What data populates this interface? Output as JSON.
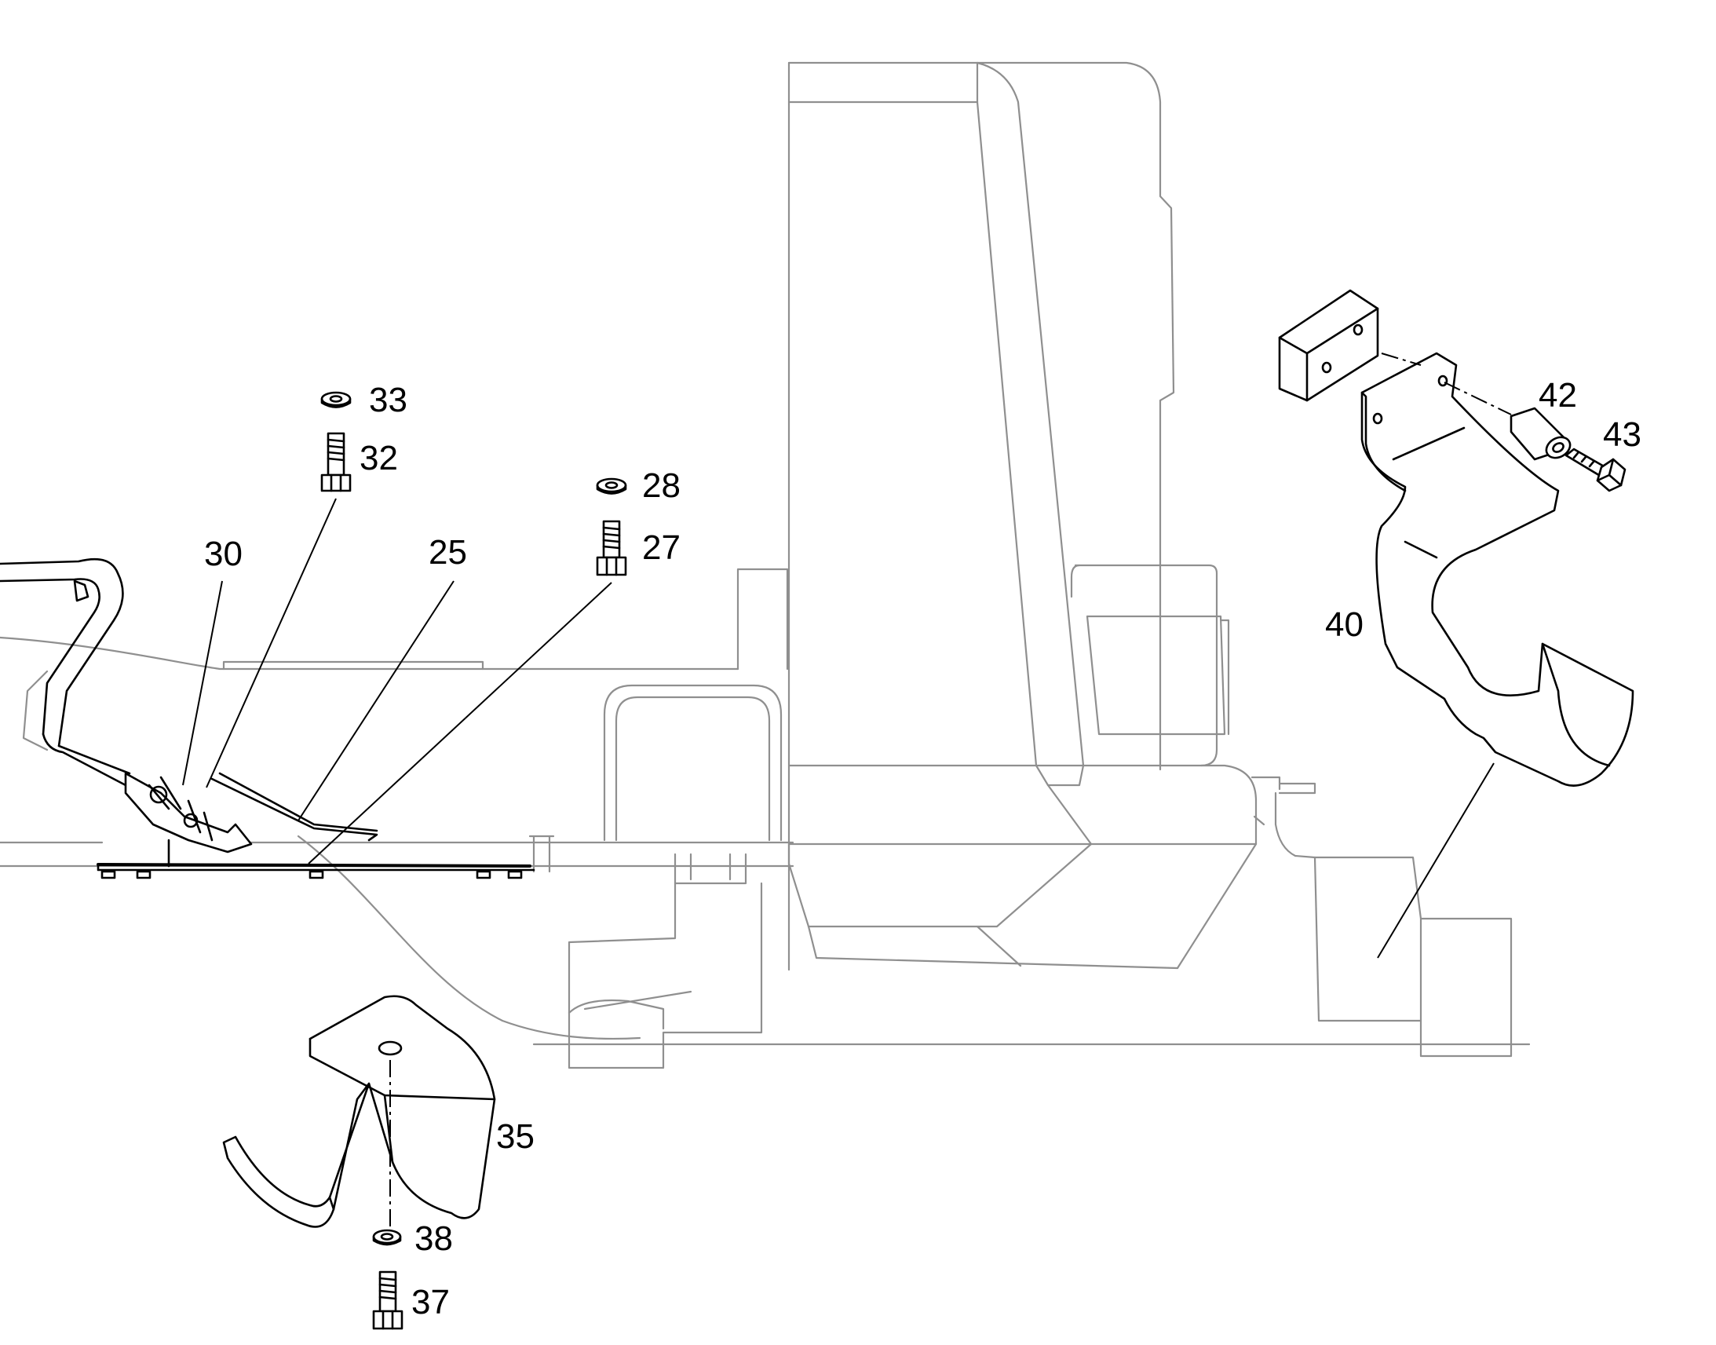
{
  "callouts": {
    "c25": "25",
    "c27": "27",
    "c28": "28",
    "c30": "30",
    "c32": "32",
    "c33": "33",
    "c35": "35",
    "c37": "37",
    "c38": "38",
    "c40": "40",
    "c42": "42",
    "c43": "43"
  },
  "colors": {
    "ink": "#000000",
    "ghost": "#8f8f8f",
    "background": "#ffffff"
  }
}
